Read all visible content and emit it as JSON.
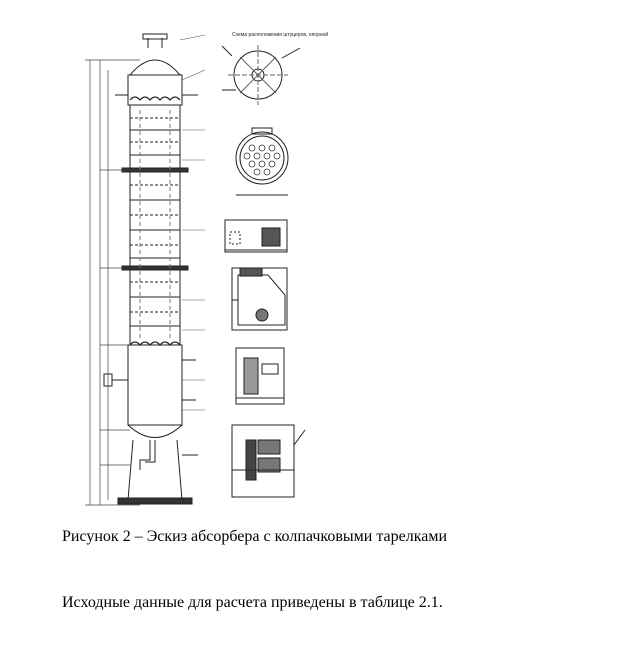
{
  "figure": {
    "scheme_title": "Схема расположения штуцеров, опорной",
    "caption": "Рисунок 2 – Эскиз абсорбера с колпачковыми тарелками"
  },
  "body": {
    "paragraph": "Исходные данные для расчета приведены в таблице 2.1."
  }
}
